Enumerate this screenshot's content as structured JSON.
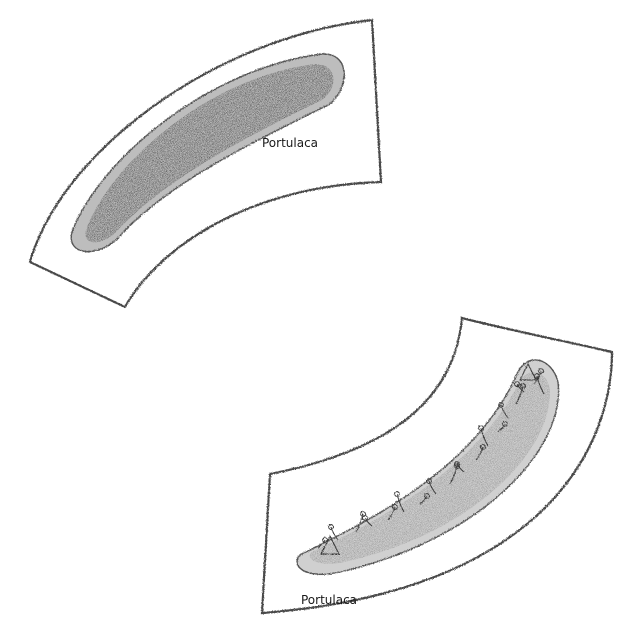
{
  "colors": {
    "paper": "#ffffff",
    "outline": "#4a4a4a",
    "bed_top_fill": "#3b3b3b",
    "bed_top_halo": "#bdbdbd",
    "bed_bottom_fill": "#8c8c8c",
    "bed_bottom_halo": "#d0d0d0",
    "plant_stroke": "#3a3a3a"
  },
  "figures": [
    {
      "id": "planter-top",
      "label": "Portulaca",
      "planting": "dense-mass"
    },
    {
      "id": "planter-bottom",
      "label": "Portulaca",
      "planting": "flowering-sprigs"
    }
  ]
}
